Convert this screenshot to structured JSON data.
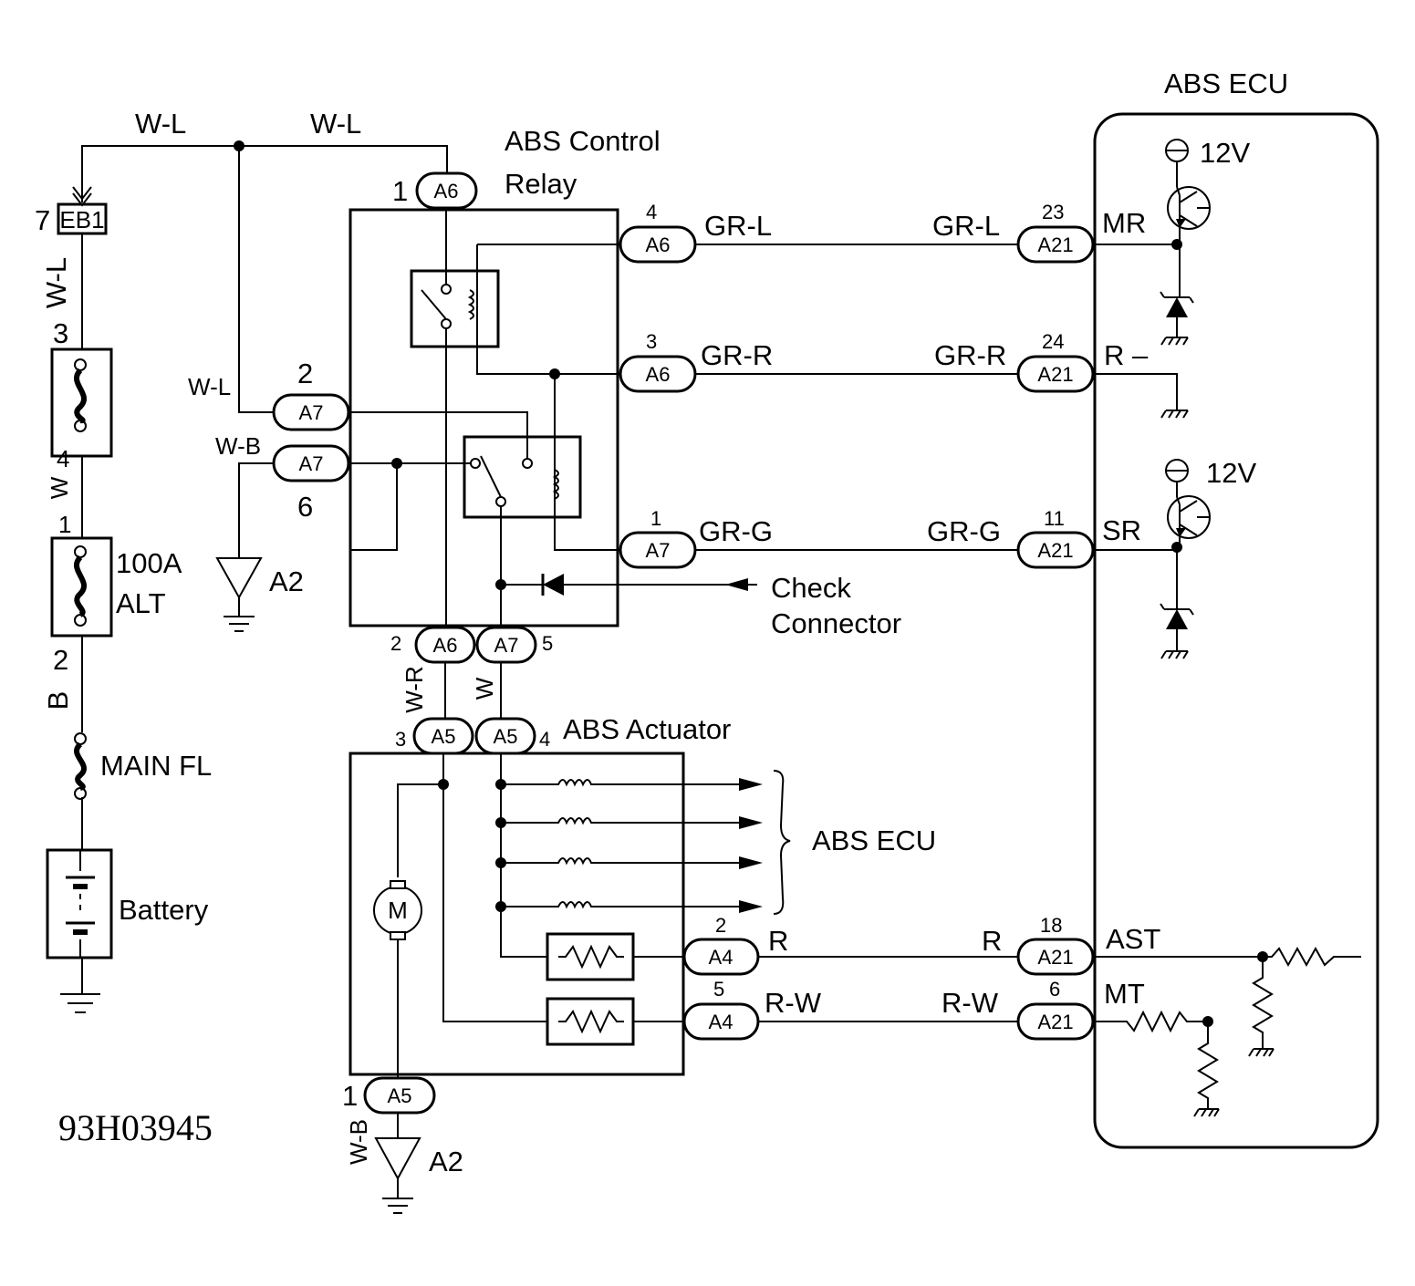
{
  "diagram": {
    "code": "93H03945",
    "ecu_title": "ABS ECU",
    "relay_title_1": "ABS Control",
    "relay_title_2": "Relay",
    "actuator_title": "ABS Actuator",
    "actuator_output_label": "ABS ECU",
    "check_connector_1": "Check",
    "check_connector_2": "Connector",
    "battery": "Battery",
    "main_fl": "MAIN FL",
    "alt_fuse_1": "100A",
    "alt_fuse_2": "ALT",
    "eb1": "EB1",
    "ground_a2": "A2",
    "motor": "M",
    "supply_12v": "12V",
    "ecu_terminals": {
      "mr": "MR",
      "r_minus": "R –",
      "sr": "SR",
      "ast": "AST",
      "mt": "MT"
    },
    "connectors": {
      "a6": "A6",
      "a7": "A7",
      "a5": "A5",
      "a4": "A4",
      "a21": "A21"
    },
    "pins": {
      "eb1": "7",
      "fuse_top": "3",
      "fuse_bottom": "4",
      "alt_top": "1",
      "alt_bottom": "2",
      "a6_top": "1",
      "a7_upper": "2",
      "a7_lower": "6",
      "a6_gr_l": "4",
      "a6_gr_r": "3",
      "a7_gr_g": "1",
      "a6_bottom": "2",
      "a7_bottom": "5",
      "a5_left": "3",
      "a5_right": "4",
      "a5_bottom": "1",
      "a4_r": "2",
      "a4_rw": "5",
      "a21_mr": "23",
      "a21_r": "24",
      "a21_sr": "11",
      "a21_ast": "18",
      "a21_mt": "6"
    },
    "wires": {
      "wl": "W-L",
      "wb": "W-B",
      "w": "W",
      "b": "B",
      "wr": "W-R",
      "grl": "GR-L",
      "grr": "GR-R",
      "grg": "GR-G",
      "r": "R",
      "rw": "R-W"
    }
  }
}
